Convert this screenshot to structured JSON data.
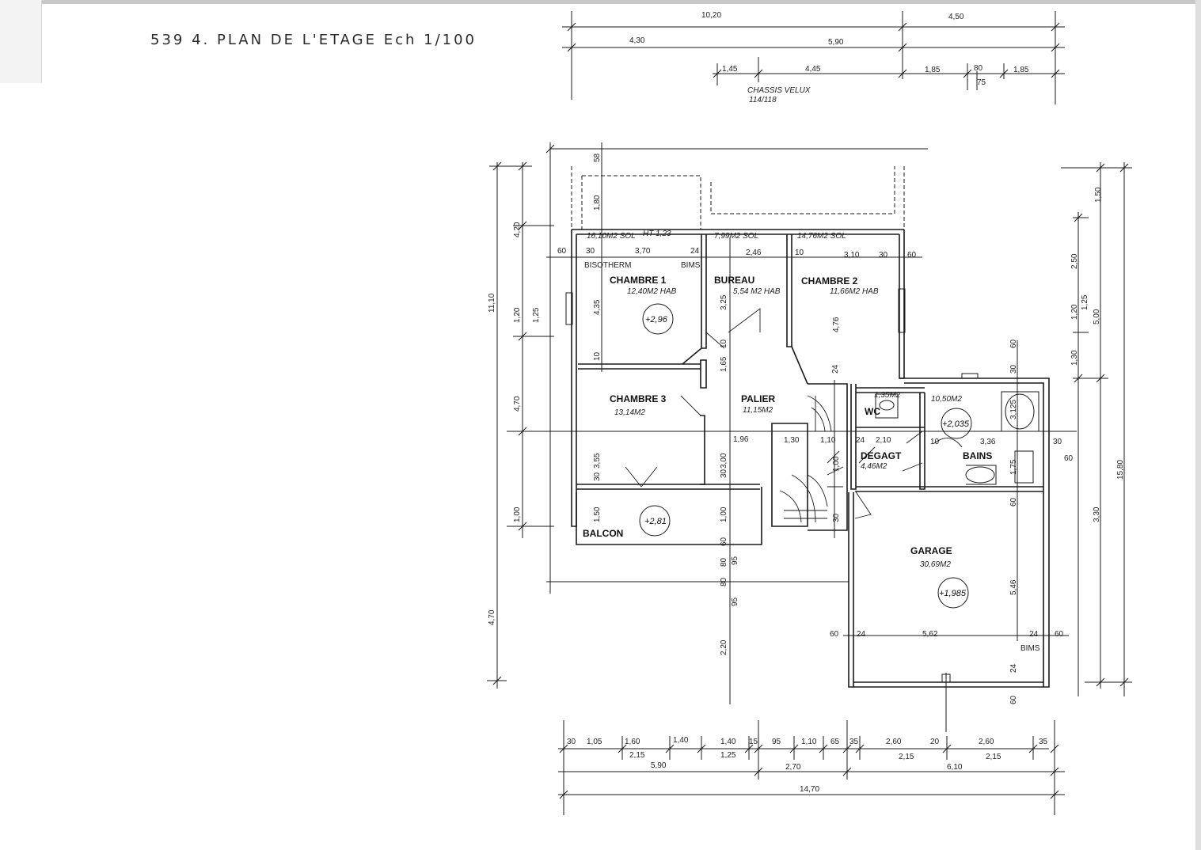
{
  "title": "539 4. PLAN DE L'ETAGE Ech 1/100",
  "colors": {
    "ink": "#1a1a1a",
    "paper": "#ffffff",
    "page_edge": "#c8c8c8"
  },
  "rooms": {
    "chambre1": {
      "name": "CHAMBRE 1",
      "area": "12,40M2 HAB",
      "level": "+2,96",
      "sol": "16,10M2 SOL",
      "ht": "HT 1,23"
    },
    "bureau": {
      "name": "BUREAU",
      "area": "5,54 M2 HAB",
      "sol": "7,99M2 SOL"
    },
    "chambre2": {
      "name": "CHAMBRE 2",
      "area": "11,66M2 HAB",
      "sol": "14,76M2 SOL"
    },
    "chambre3": {
      "name": "CHAMBRE 3",
      "area": "13,14M2"
    },
    "palier": {
      "name": "PALIER",
      "area": "11,15M2"
    },
    "wc": {
      "name": "WC",
      "area": "1,35M2"
    },
    "degagt": {
      "name": "DEGAGT",
      "area": "4,46M2"
    },
    "bains": {
      "name": "BAINS",
      "area": "10,50M2",
      "level": "+2,035"
    },
    "balcon": {
      "name": "BALCON",
      "level": "+2,81"
    },
    "garage": {
      "name": "GARAGE",
      "area": "30,69M2",
      "level": "+1,985"
    }
  },
  "notes": {
    "chassis": "CHASSIS VELUX",
    "chassis_size": "114/118",
    "bisotherm": "BISOTHERM",
    "bims1": "BIMS",
    "bims2": "BIMS"
  },
  "dims": {
    "top": [
      "10,20",
      "4,50",
      "4,30",
      "5,90",
      "1,45",
      "4,45",
      "1,85",
      "80",
      "75",
      "1,85"
    ],
    "bottom": [
      "30",
      "1,05",
      "1,60",
      "2,15",
      "1,40",
      "1,40",
      "1,25",
      "15",
      "5,90",
      "95",
      "1,10",
      "65",
      "2,70",
      "35",
      "2,60",
      "2,15",
      "20",
      "2,60",
      "2,15",
      "35",
      "6,10",
      "14,70"
    ],
    "left": [
      "11,10",
      "4,20",
      "1,20",
      "1,25",
      "4,70",
      "1,00",
      "4,70"
    ],
    "right": [
      "1,50",
      "2,50",
      "1,20",
      "1,25",
      "5,00",
      "1,30",
      "15,80",
      "3,30"
    ],
    "interior": [
      "58",
      "1,80",
      "60",
      "30",
      "3,70",
      "24",
      "2,46",
      "10",
      "3,10",
      "30",
      "60",
      "4,35",
      "10",
      "3,25",
      "10",
      "4,76",
      "1,65",
      "24",
      "60",
      "30",
      "3,125",
      "1,96",
      "1,30",
      "1,10",
      "24",
      "2,10",
      "10",
      "3,36",
      "30",
      "60",
      "3,55",
      "3,00",
      "1,00",
      "30",
      "30",
      "1,50",
      "1,00",
      "30",
      "1,75",
      "60",
      "60",
      "95",
      "80",
      "80",
      "95",
      "2,20",
      "60",
      "24",
      "5,62",
      "24",
      "60",
      "5,46",
      "24",
      "60"
    ]
  }
}
